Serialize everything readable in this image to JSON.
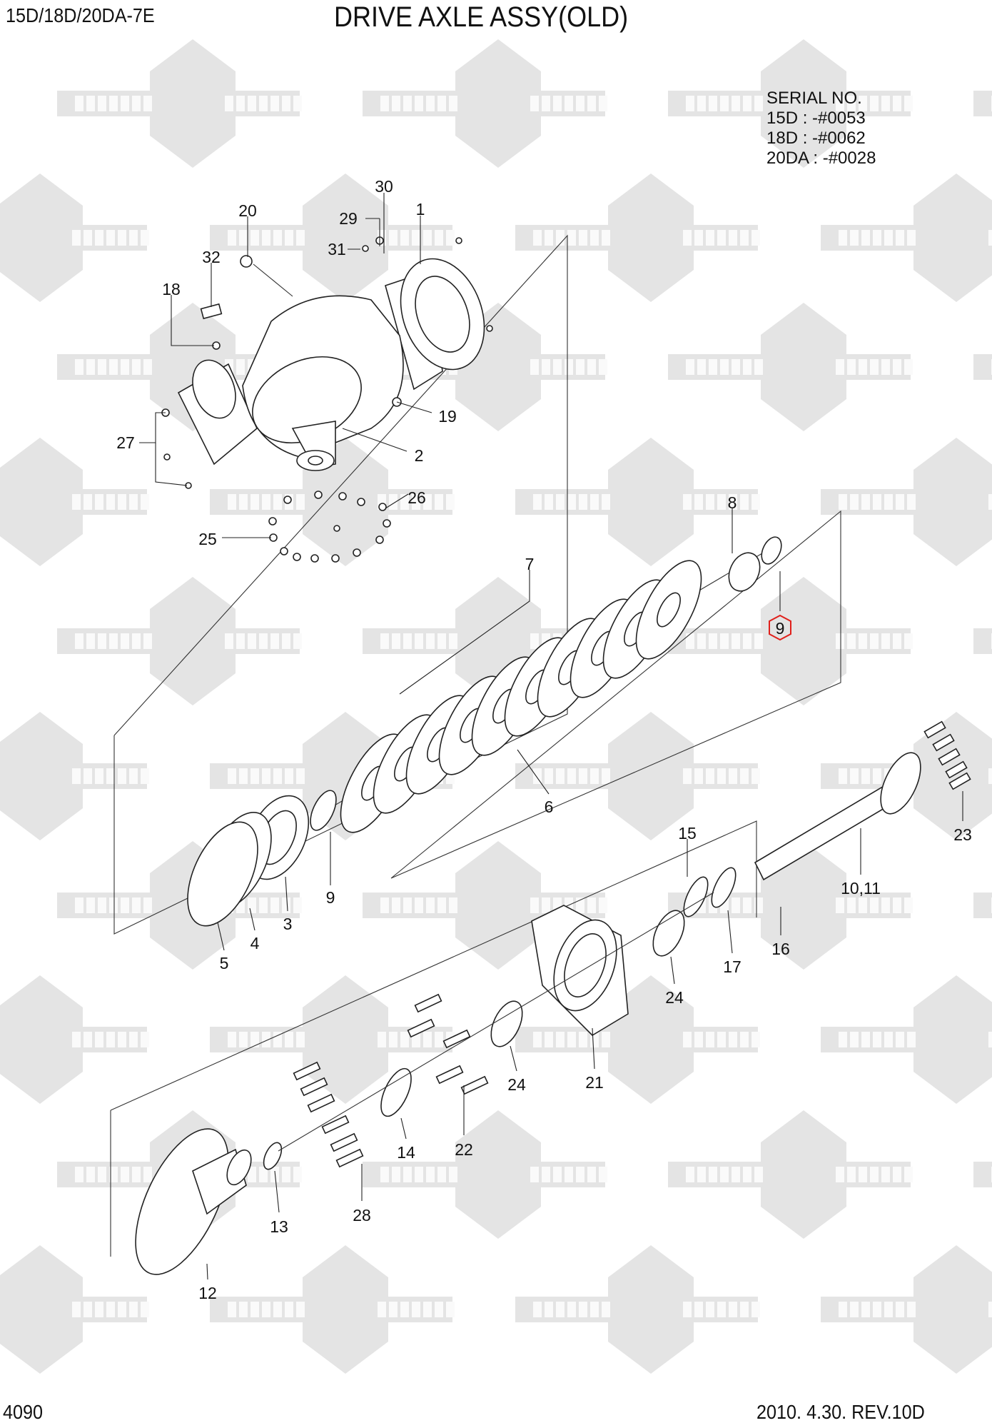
{
  "header": {
    "model": "15D/18D/20DA-7E",
    "title": "DRIVE AXLE ASSY(OLD)"
  },
  "serial": {
    "heading": "SERIAL NO.",
    "lines": [
      "15D : -#0053",
      "18D : -#0062",
      "20DA : -#0028"
    ]
  },
  "footer": {
    "page": "4090",
    "revision": "2010. 4.30.  REV.10D"
  },
  "watermark": {
    "left": "KOMПAPT",
    "right": "COMPART"
  },
  "highlight_color": "#e0201b",
  "callouts": [
    "30",
    "29",
    "1",
    "20",
    "31",
    "32",
    "18",
    "19",
    "27",
    "2",
    "26",
    "25",
    "8",
    "7",
    "9",
    "6",
    "9",
    "3",
    "4",
    "5",
    "15",
    "23",
    "10,11",
    "16",
    "17",
    "24",
    "24",
    "21",
    "22",
    "14",
    "13",
    "28",
    "12"
  ]
}
